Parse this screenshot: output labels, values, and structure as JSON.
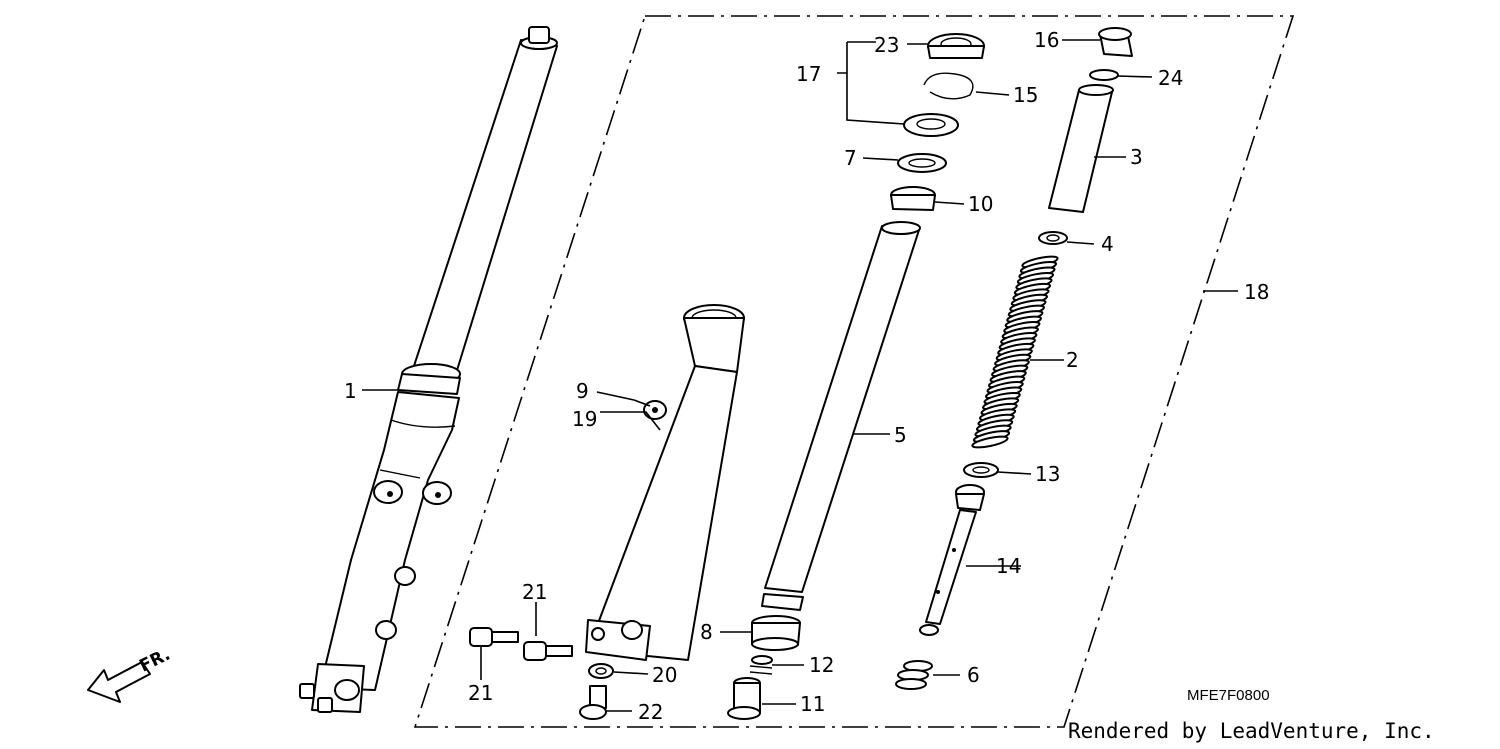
{
  "diagram": {
    "code": "MFE7F0800",
    "credit": "Rendered by LeadVenture, Inc.",
    "direction_label": "FR.",
    "callouts": {
      "c1": "1",
      "c2": "2",
      "c3": "3",
      "c4": "4",
      "c5": "5",
      "c6": "6",
      "c7": "7",
      "c8": "8",
      "c9": "9",
      "c10": "10",
      "c11": "11",
      "c12": "12",
      "c13": "13",
      "c14": "14",
      "c15": "15",
      "c16": "16",
      "c17": "17",
      "c18": "18",
      "c19": "19",
      "c20": "20",
      "c21a": "21",
      "c21b": "21",
      "c22": "22",
      "c23": "23",
      "c24": "24"
    }
  }
}
